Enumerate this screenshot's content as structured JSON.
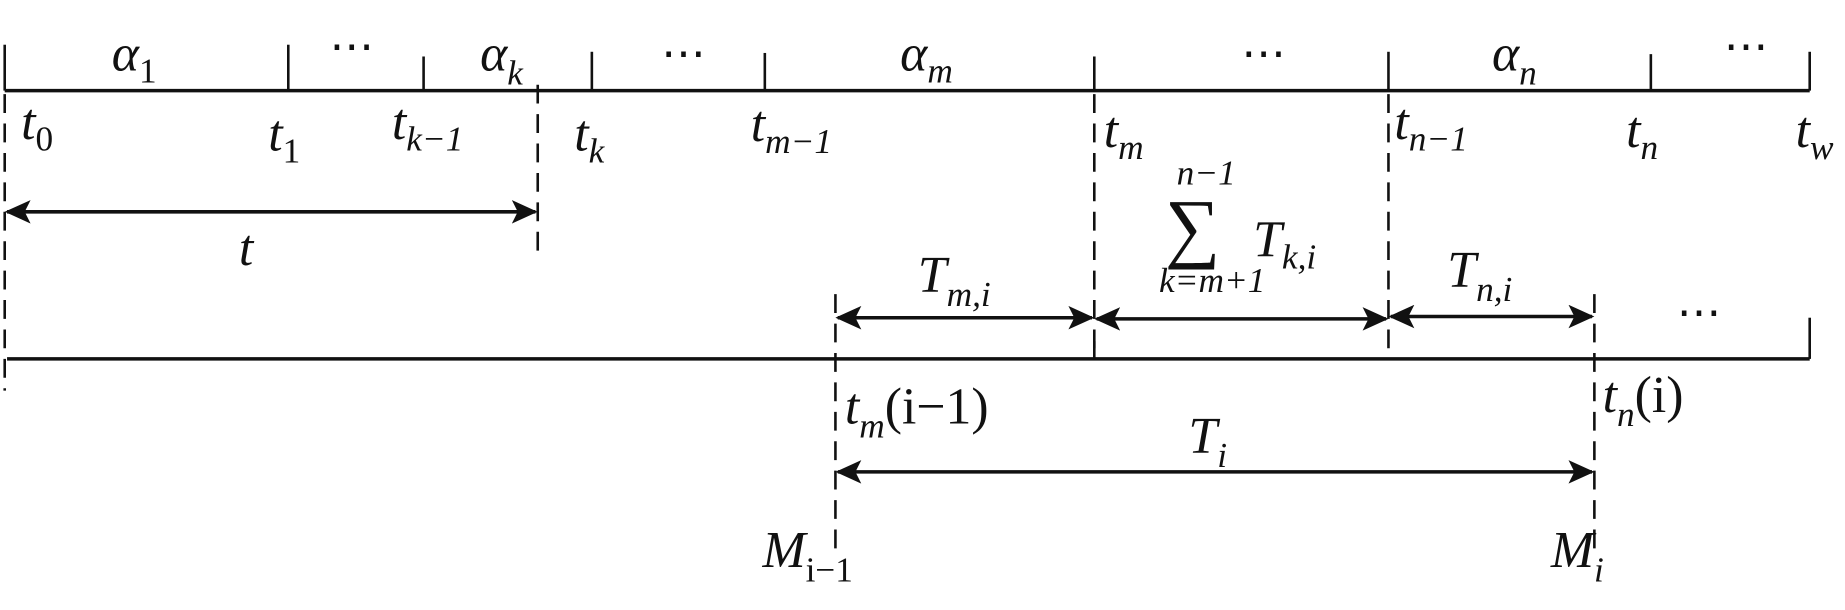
{
  "colors": {
    "stroke": "#111111",
    "background": "#ffffff"
  },
  "top_segments": [
    {
      "base": "α",
      "sub": "1"
    },
    {
      "dots": "⋯"
    },
    {
      "base": "α",
      "sub": "k"
    },
    {
      "dots": "⋯"
    },
    {
      "base": "α",
      "sub": "m"
    },
    {
      "dots": "⋯"
    },
    {
      "base": "α",
      "sub": "n"
    },
    {
      "dots": "⋯"
    }
  ],
  "time_points": [
    {
      "base": "t",
      "sub": "0"
    },
    {
      "base": "t",
      "sub": "1"
    },
    {
      "base": "t",
      "sub": "k−1"
    },
    {
      "base": "t",
      "sub": "k"
    },
    {
      "base": "t",
      "sub": "m−1"
    },
    {
      "base": "t",
      "sub": "m"
    },
    {
      "base": "t",
      "sub": "n−1"
    },
    {
      "base": "t",
      "sub": "n"
    },
    {
      "base": "t",
      "sub": "w"
    }
  ],
  "elapsed": {
    "label": "t"
  },
  "intervals": {
    "tm_i": {
      "base": "T",
      "sub": "m,i"
    },
    "sum": {
      "upper": "n−1",
      "symbol": "∑",
      "base": "T",
      "sub": "k,i",
      "lower": "k=m+1"
    },
    "tn_i": {
      "base": "T",
      "sub": "n,i"
    },
    "dots": "⋯"
  },
  "bottom_points": {
    "start": {
      "base": "t",
      "sub": "m",
      "rest": "(i−1)"
    },
    "end": {
      "base": "t",
      "sub": "n",
      "rest": "(i)"
    }
  },
  "total": {
    "base": "T",
    "sub": "i"
  },
  "markers": {
    "prev": {
      "base": "M",
      "sub": "i−1"
    },
    "curr": {
      "base": "M",
      "sub": "i"
    }
  }
}
